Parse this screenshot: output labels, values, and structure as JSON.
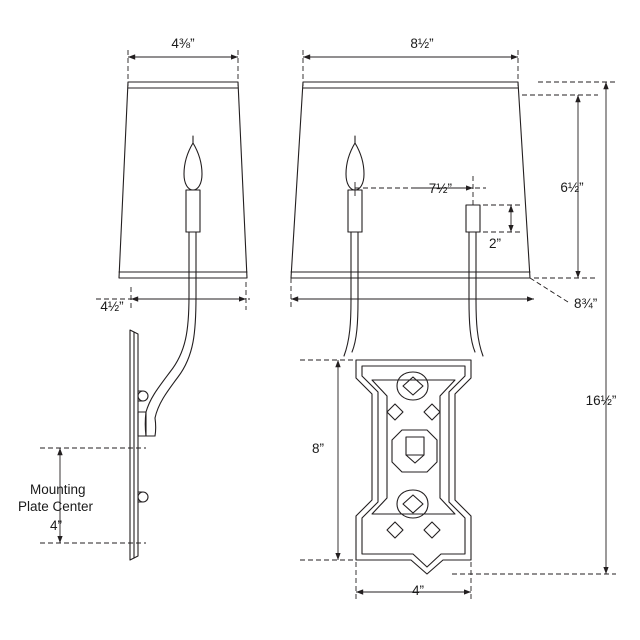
{
  "drawing": {
    "title": "wall-sconce-dimension-drawing",
    "line_color": "#231f20",
    "dim_color": "#231f20",
    "background": "#ffffff"
  },
  "dimensions": {
    "side_shade_width": "4⅜”",
    "side_backplate_offset": "4½”",
    "double_shade_width": "8½”",
    "shade_height": "6½”",
    "socket_spacing": "7½”",
    "socket_height": "2”",
    "shade_bottom_width": "8¾”",
    "overall_height": "16½”",
    "backplate_height": "8”",
    "backplate_width": "4”",
    "mounting_plate_center_line1": "Mounting",
    "mounting_plate_center_line2": "Plate Center",
    "mounting_plate_center_value": "4”"
  }
}
